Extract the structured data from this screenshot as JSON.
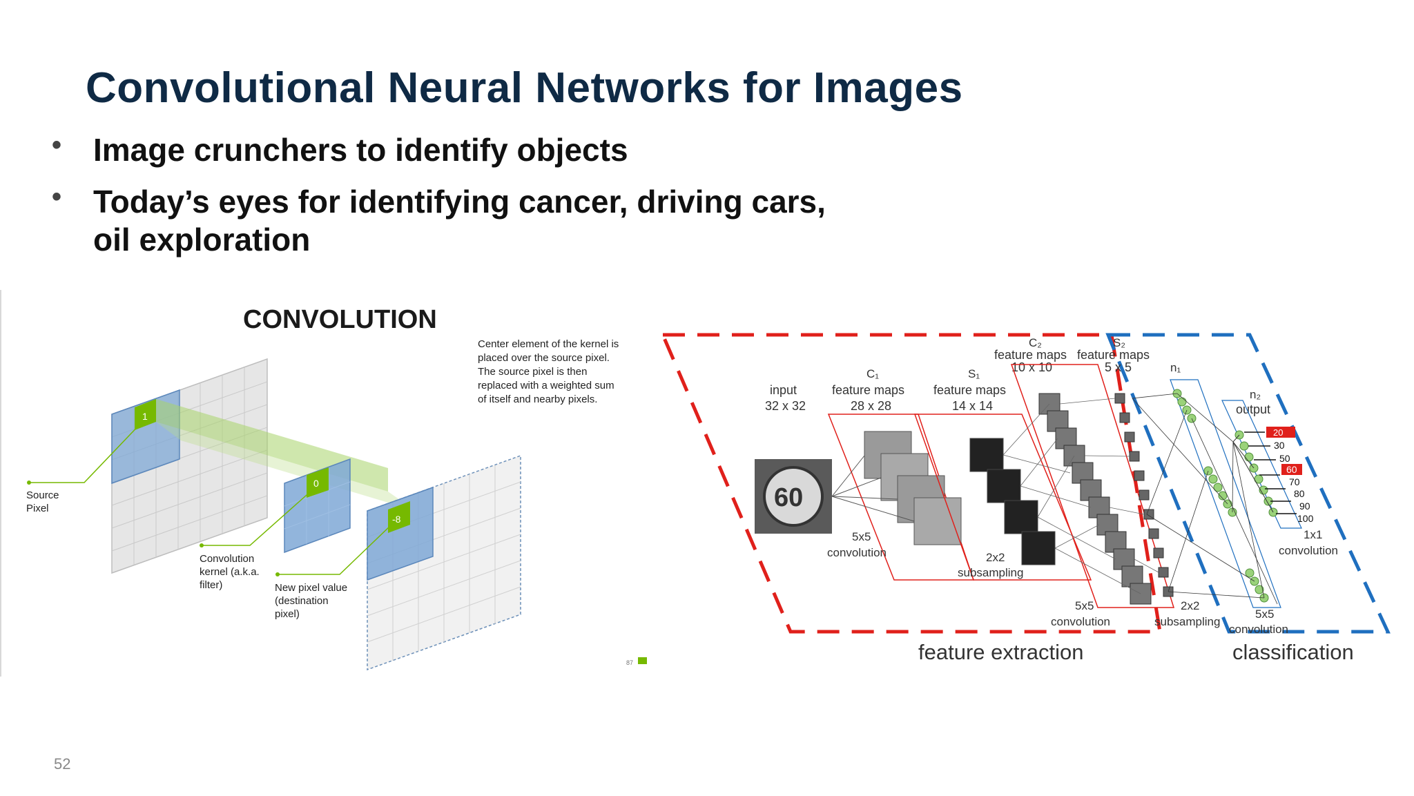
{
  "slide": {
    "title": "Convolutional Neural Networks for Images",
    "bullets": [
      {
        "line1": "Image crunchers to identify objects"
      },
      {
        "line1": "Today’s eyes for identifying cancer, driving cars,",
        "line2": "oil exploration"
      }
    ],
    "page_number": "52"
  },
  "convolution_figure": {
    "heading": "CONVOLUTION",
    "description": [
      "Center element of the kernel is",
      "placed over the source pixel.",
      "The source pixel is then",
      "replaced with a weighted sum",
      "of itself and nearby pixels."
    ],
    "source_label": [
      "Source",
      "Pixel"
    ],
    "kernel_label": [
      "Convolution",
      "kernel (a.k.a.",
      "filter)"
    ],
    "new_pixel_label": [
      "New pixel value",
      "(destination",
      "pixel)"
    ],
    "source_value": "1",
    "kernel_center_value": "0",
    "destination_value": "-8",
    "footer_mark": "87",
    "colors": {
      "kernel_blue": "#7fa8d6",
      "highlight_green": "#76b900",
      "grid": "#bfbfbf"
    }
  },
  "cnn_figure": {
    "input_label": [
      "input",
      "32 x 32"
    ],
    "sign_value": "60",
    "c1_label": [
      "C₁",
      "feature maps",
      "28 x 28"
    ],
    "s1_label": [
      "S₁",
      "feature maps",
      "14 x 14"
    ],
    "c2_label": [
      "C₂",
      "feature maps",
      "10 x 10"
    ],
    "s2_label": [
      "S₂",
      "feature maps",
      "5 x 5"
    ],
    "n1_label": "n₁",
    "n2_label": [
      "n₂",
      "output"
    ],
    "conv1_label": [
      "5x5",
      "convolution"
    ],
    "sub1_label": [
      "2x2",
      "subsampling"
    ],
    "conv2_label": [
      "5x5",
      "convolution"
    ],
    "sub2_label": [
      "2x2",
      "subsampling"
    ],
    "conv3_label": [
      "5x5",
      "convolution"
    ],
    "conv4_label": [
      "1x1",
      "convolution"
    ],
    "output_values": [
      "30",
      "50",
      "60",
      "70",
      "80",
      "90",
      "100"
    ],
    "top_output": "20",
    "feature_extraction_label": "feature extraction",
    "classification_label": "classification",
    "colors": {
      "feature_box": "#e0201b",
      "class_box": "#1f6fbf",
      "neuron": "#9ad27a"
    }
  }
}
